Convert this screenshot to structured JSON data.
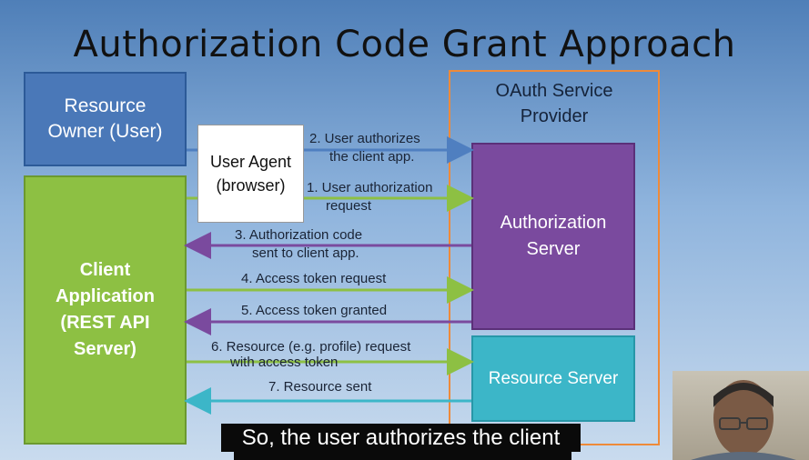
{
  "title": "Authorization Code Grant Approach",
  "nodes": {
    "resource_owner": [
      "Resource",
      "Owner (User)"
    ],
    "client_app": [
      "Client",
      "Application",
      "(REST API",
      "Server)"
    ],
    "user_agent": [
      "User Agent",
      "(browser)"
    ],
    "provider": [
      "OAuth Service",
      "Provider"
    ],
    "auth_server": [
      "Authorization",
      "Server"
    ],
    "resource_server": "Resource Server"
  },
  "steps": {
    "s2": [
      "2. User authorizes",
      "the client app."
    ],
    "s1": [
      "1. User authorization",
      "request"
    ],
    "s3": [
      "3. Authorization code",
      "sent to client app."
    ],
    "s4": "4. Access token request",
    "s5": "5. Access token granted",
    "s6": [
      "6. Resource (e.g. profile) request",
      "with access token"
    ],
    "s7": "7. Resource sent"
  },
  "colors": {
    "blue_arrow": "#4f7fc0",
    "green_arrow": "#8dc043",
    "purple_arrow": "#7a4a9e",
    "teal_arrow": "#3cb6c8",
    "provider_border": "#ee8a3a"
  },
  "caption": "So, the user authorizes the client"
}
